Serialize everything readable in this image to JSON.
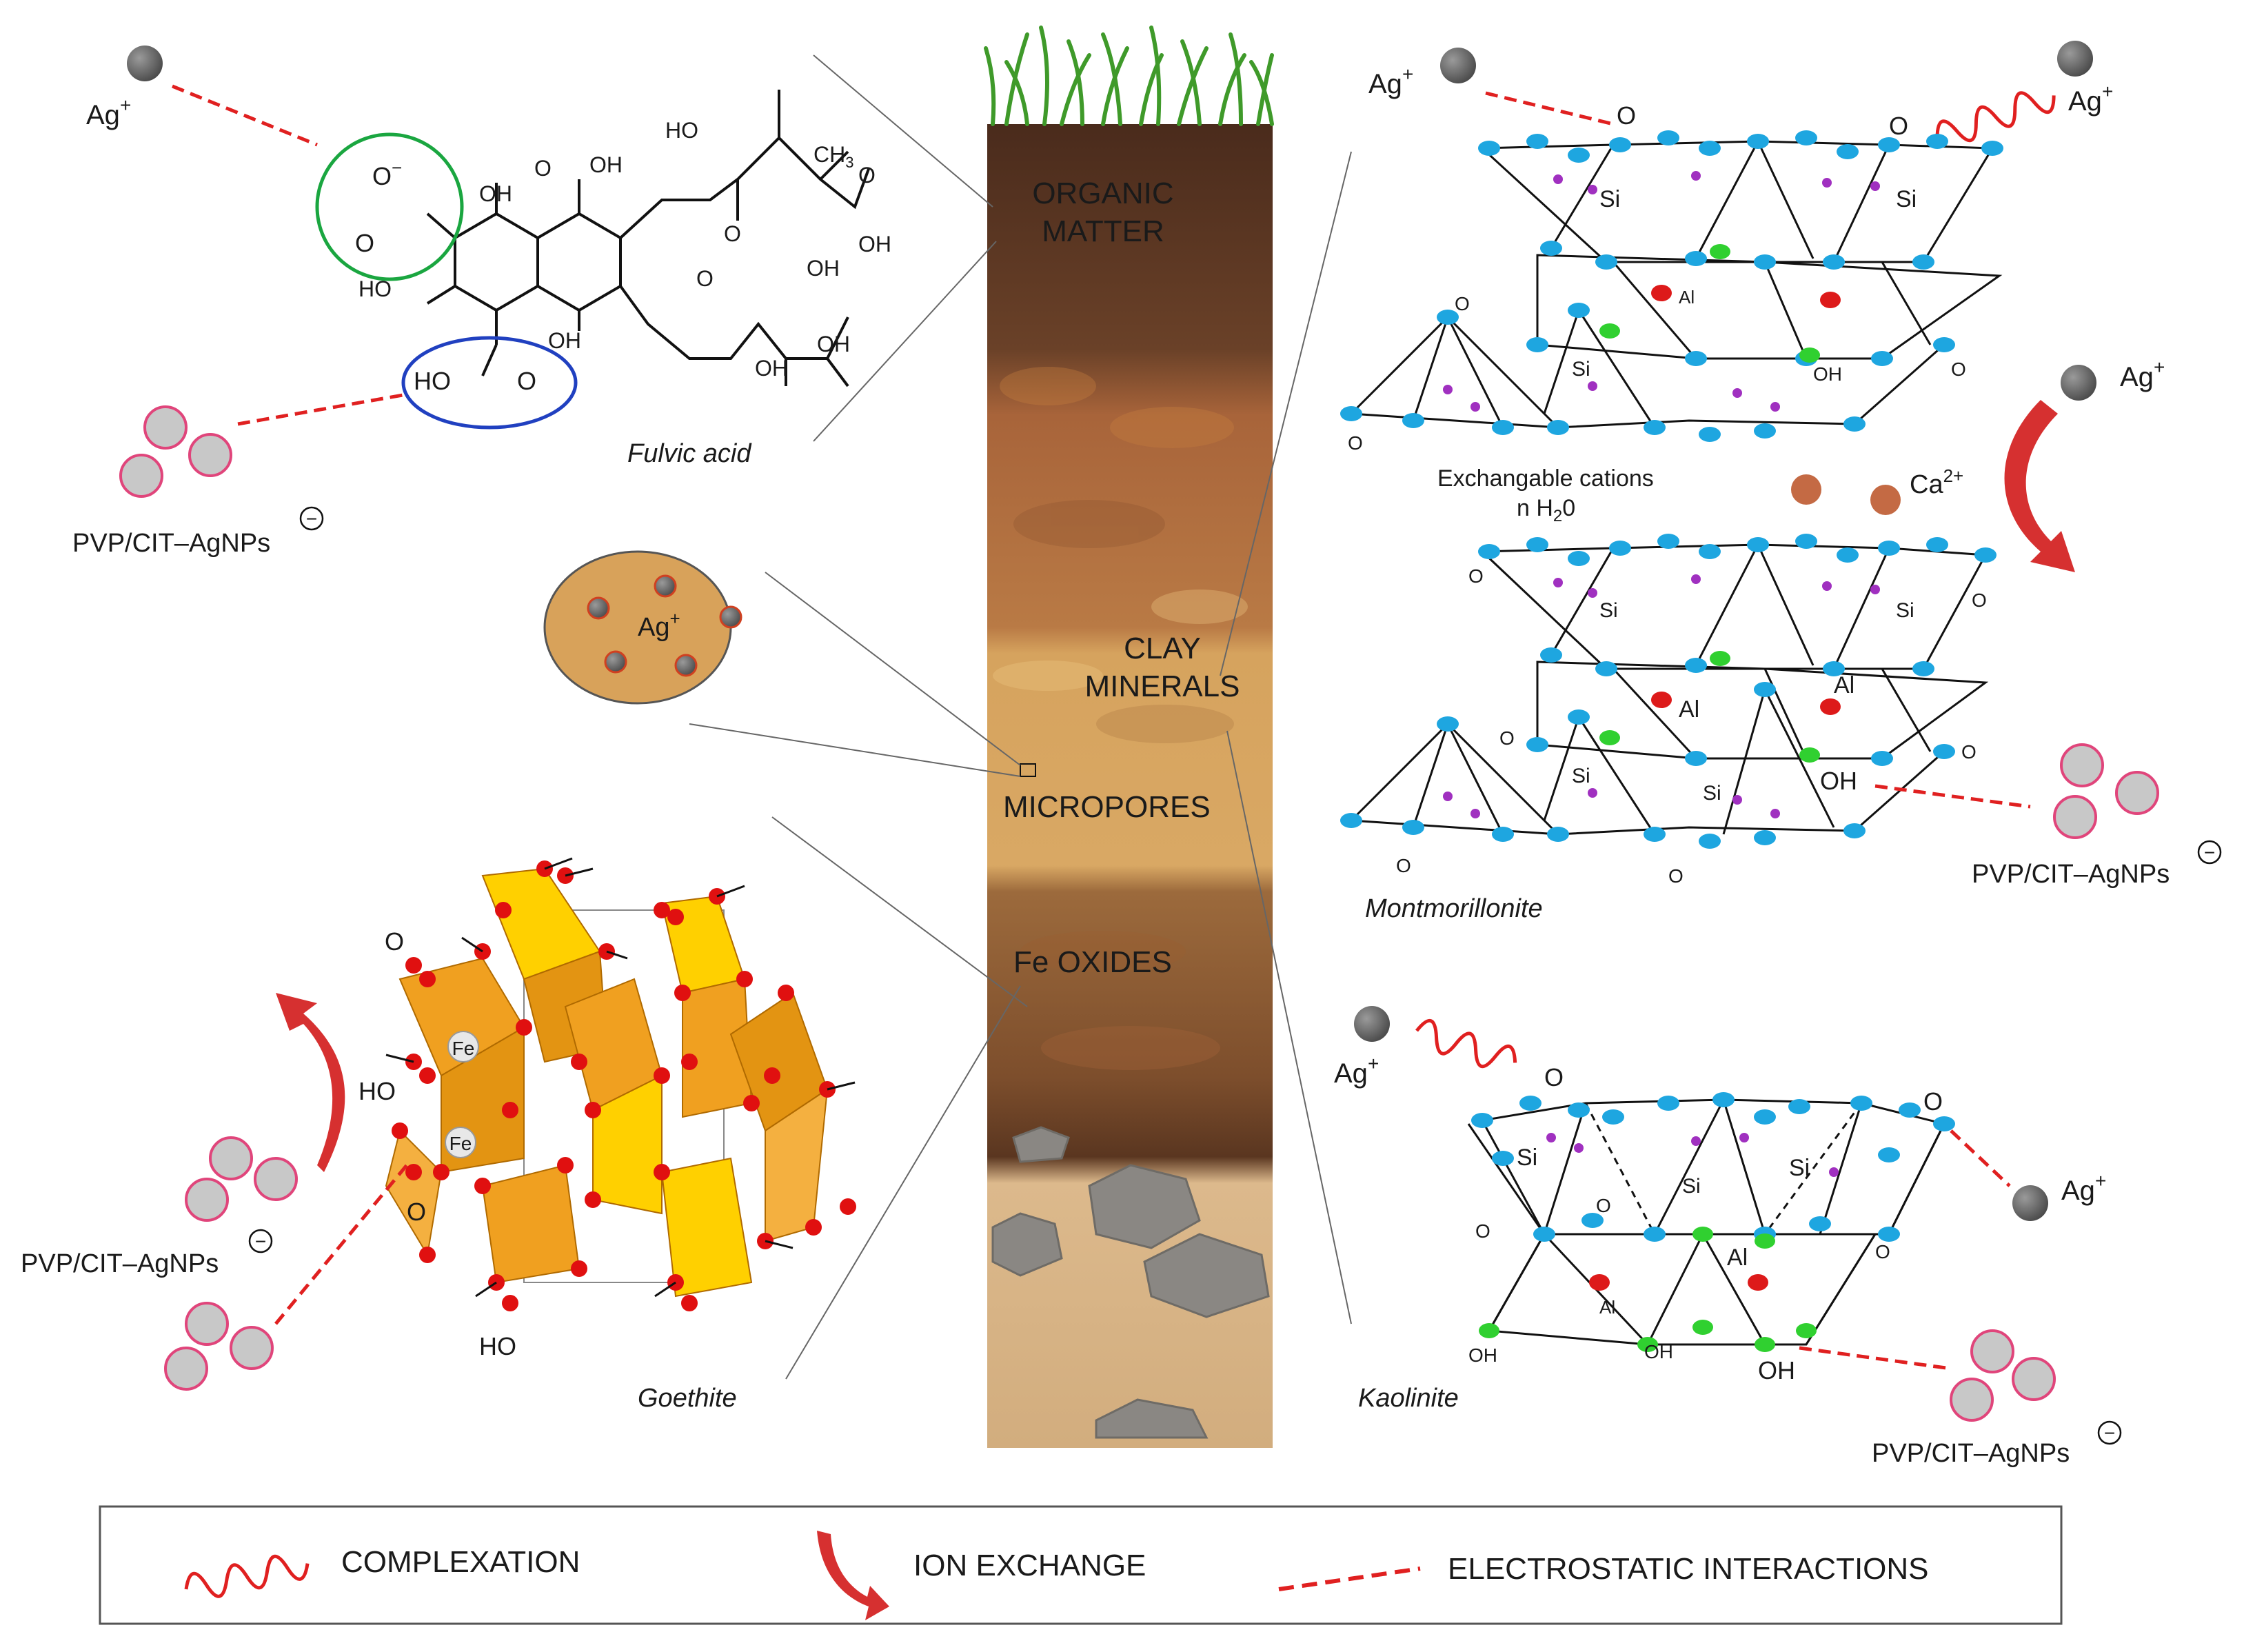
{
  "soil_layers": {
    "organic_matter_line1": "ORGANIC",
    "organic_matter_line2": "MATTER",
    "clay_line1": "CLAY",
    "clay_line2": "MINERALS",
    "micropores": "MICROPORES",
    "fe_oxides": "Fe OXIDES"
  },
  "fulvic": {
    "caption": "Fulvic acid",
    "ion": "Ag",
    "ion_charge": "+",
    "np_label": "PVP/CIT–AgNPs",
    "np_charge": "−",
    "groups": {
      "o_minus": "O",
      "o_minus_charge": "−",
      "o1": "O",
      "oh1": "OH",
      "oh2": "OH",
      "ho1": "HO",
      "oh3": "OH",
      "ho2": "HO",
      "o2": "O",
      "ho3": "HO",
      "ch3": "CH",
      "ch3_sub": "3",
      "o3": "O",
      "o4": "O",
      "oh4": "OH",
      "o5": "O",
      "oh5": "OH",
      "oh6": "OH",
      "oh7": "OH"
    }
  },
  "micropore_inset": {
    "ion": "Ag",
    "ion_charge": "+"
  },
  "goethite": {
    "caption": "Goethite",
    "np_label": "PVP/CIT–AgNPs",
    "np_charge": "−",
    "o_top": "O",
    "ho_mid": "HO",
    "o_low": "O",
    "ho_bottom": "HO",
    "fe1": "Fe",
    "fe2": "Fe"
  },
  "montmorillonite": {
    "caption": "Montmorillonite",
    "ion_left": "Ag",
    "ion_right": "Ag",
    "ion_exchange_ag": "Ag",
    "ion_charge": "+",
    "o_left": "O",
    "o_right": "O",
    "si1": "Si",
    "si2": "Si",
    "si3": "Si",
    "al1": "Al",
    "oh1": "OH",
    "o_b1": "O",
    "o_b2": "O",
    "o_b3": "O",
    "exch_line1": "Exchangable cations",
    "exch_line2_pre": "n H",
    "exch_line2_sub": "2",
    "exch_line2_post": "0",
    "ca": "Ca",
    "ca_charge": "2+",
    "o_c1": "O",
    "o_c2": "O",
    "si4": "Si",
    "si5": "Si",
    "al2": "Al",
    "al3": "Al",
    "o_c3": "O",
    "o_c4": "O",
    "oh2": "OH",
    "si6": "Si",
    "si7": "Si",
    "o_c5": "O",
    "o_c6": "O",
    "np_label": "PVP/CIT–AgNPs",
    "np_charge": "−"
  },
  "kaolinite": {
    "caption": "Kaolinite",
    "ion_left": "Ag",
    "ion_right": "Ag",
    "ion_charge": "+",
    "o_top_left": "O",
    "o_top_right": "O",
    "si1": "Si",
    "si2": "Si",
    "si3": "Si",
    "o_m1": "O",
    "o_m2": "O",
    "o_m3": "O",
    "al1": "Al",
    "al2": "Al",
    "oh1": "OH",
    "oh2": "OH",
    "oh3": "OH",
    "np_label": "PVP/CIT–AgNPs",
    "np_charge": "−"
  },
  "legend": {
    "complexation": "COMPLEXATION",
    "ion_exchange": "ION EXCHANGE",
    "electrostatic": "ELECTROSTATIC INTERACTIONS"
  },
  "colors": {
    "silver_ion": "#5e5e5e",
    "nanoparticle_fill": "#c8c8c8",
    "nanoparticle_ring": "#e0457b",
    "interaction_red": "#e02020",
    "oxygen_blue": "#1ea6e0",
    "hydroxyl_green": "#30d030",
    "aluminium_red": "#dd1a1a",
    "silicon_purple": "#a030c0",
    "calcium_brown": "#c46a44",
    "goethite_gold": "#f0a020",
    "green_circle": "#1aa640",
    "blue_circle": "#2040c0"
  }
}
